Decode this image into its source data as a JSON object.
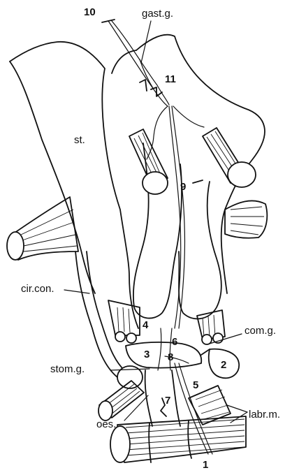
{
  "labels": {
    "gast_g": "gast.g.",
    "st": "st.",
    "cir_con": "cir.con.",
    "com_g": "com.g.",
    "stom_g": "stom.g.",
    "oes": "oes.",
    "labr_m": "labr.m."
  },
  "numbers": {
    "n1": "1",
    "n2": "2",
    "n3": "3",
    "n4": "4",
    "n5": "5",
    "n6": "6",
    "n7": "7",
    "n8": "8",
    "n9": "9",
    "n10": "10",
    "n11": "11"
  }
}
